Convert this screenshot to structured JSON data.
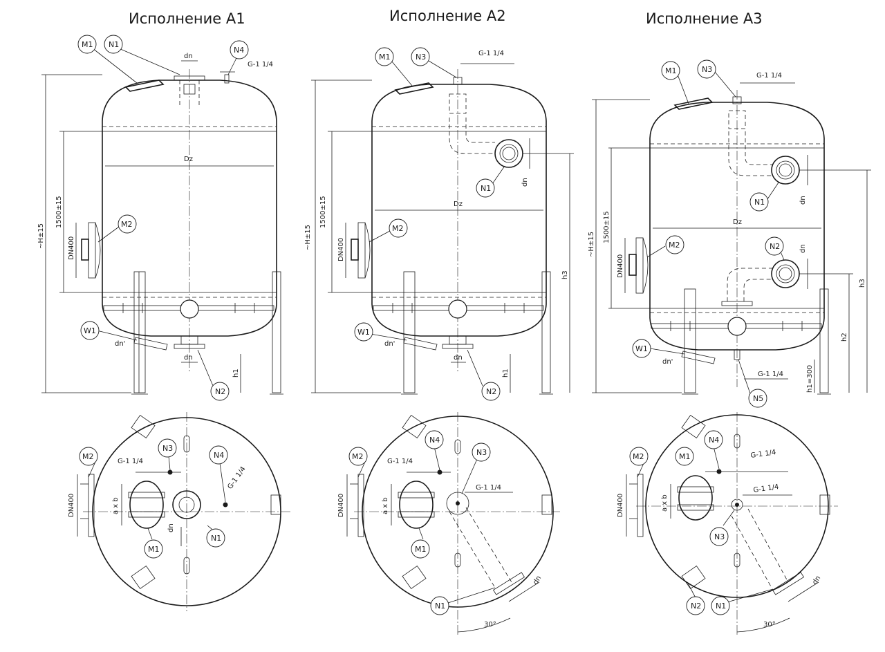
{
  "titles": {
    "a1": "Исполнение А1",
    "a2": "Исполнение А2",
    "a3": "Исполнение А3"
  },
  "labels": {
    "M1": "M1",
    "M2": "M2",
    "N1": "N1",
    "N2": "N2",
    "N3": "N3",
    "N4": "N4",
    "N5": "N5",
    "W1": "W1",
    "dn": "dn",
    "dn_prime": "dn'",
    "Dz": "Dz",
    "G14": "G-1 1/4",
    "H": "~H±15",
    "h1500": "1500±15",
    "DN400": "DN400",
    "h1": "h1",
    "h2": "h2",
    "h3": "h3",
    "h1_300": "h1=300",
    "axb": "a x b",
    "deg30": "30°"
  }
}
